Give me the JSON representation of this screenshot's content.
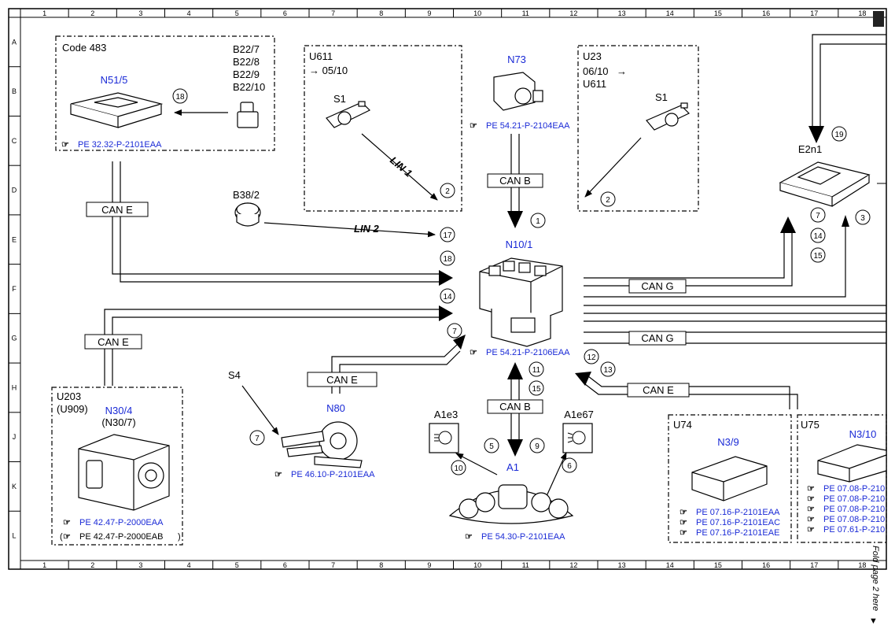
{
  "grid": {
    "columns": [
      "1",
      "2",
      "3",
      "4",
      "5",
      "6",
      "7",
      "8",
      "9",
      "10",
      "11",
      "12",
      "13",
      "14",
      "15",
      "16",
      "17",
      "18"
    ],
    "rows": [
      "A",
      "B",
      "C",
      "D",
      "E",
      "F",
      "G",
      "H",
      "J",
      "K",
      "L"
    ]
  },
  "bus_labels": {
    "can_e_left_top": "CAN E",
    "can_e_left_bottom": "CAN E",
    "can_e_n80": "CAN E",
    "can_e_right": "CAN E",
    "can_b_top": "CAN B",
    "can_b_bottom": "CAN B",
    "can_g_top": "CAN G",
    "can_g_bottom": "CAN G",
    "lin1": "LIN 1",
    "lin2": "LIN 2"
  },
  "components": {
    "code483": {
      "title": "Code 483",
      "b22": [
        "B22/7",
        "B22/8",
        "B22/9",
        "B22/10"
      ],
      "name": "N51/5",
      "ref": "PE 32.32-P-2101EAA",
      "marker": "18"
    },
    "u611_box": {
      "title": "U611",
      "date": "→ 05/10",
      "switch": "S1",
      "marker": "2"
    },
    "n73": {
      "name": "N73",
      "ref": "PE 54.21-P-2104EAA"
    },
    "u23_box": {
      "title": "U23",
      "date": "06/10",
      "u611": "U611",
      "switch": "S1",
      "marker": "2"
    },
    "b38": {
      "name": "B38/2"
    },
    "e2n1": {
      "name": "E2n1",
      "markers": [
        "19",
        "7",
        "14",
        "15",
        "3"
      ]
    },
    "n10": {
      "name": "N10/1",
      "ref": "PE 54.21-P-2106EAA",
      "markers": [
        "17",
        "18",
        "14",
        "7",
        "1",
        "12",
        "13",
        "11",
        "15",
        "5",
        "9"
      ]
    },
    "u203_box": {
      "title": "U203",
      "sub": "(U909)",
      "name": "N30/4",
      "alt": "(N30/7)",
      "ref": "PE 42.47-P-2000EAA",
      "ref_alt": "PE 42.47-P-2000EAB"
    },
    "s4": {
      "name": "S4",
      "marker": "7"
    },
    "n80": {
      "name": "N80",
      "ref": "PE 46.10-P-2101EAA"
    },
    "a1e3": {
      "name": "A1e3",
      "marker": "10"
    },
    "a1e67": {
      "name": "A1e67",
      "marker": "6"
    },
    "a1": {
      "name": "A1",
      "ref": "PE 54.30-P-2101EAA"
    },
    "u74_box": {
      "title": "U74",
      "name": "N3/9",
      "refs": [
        "PE 07.16-P-2101EAA",
        "PE 07.16-P-2101EAC",
        "PE 07.16-P-2101EAE"
      ]
    },
    "u75_box": {
      "title": "U75",
      "name": "N3/10",
      "refs": [
        "PE 07.08-P-210",
        "PE 07.08-P-210",
        "PE 07.08-P-210",
        "PE 07.08-P-210",
        "PE 07.61-P-210"
      ]
    }
  },
  "page_note": "Fold page 2 here"
}
